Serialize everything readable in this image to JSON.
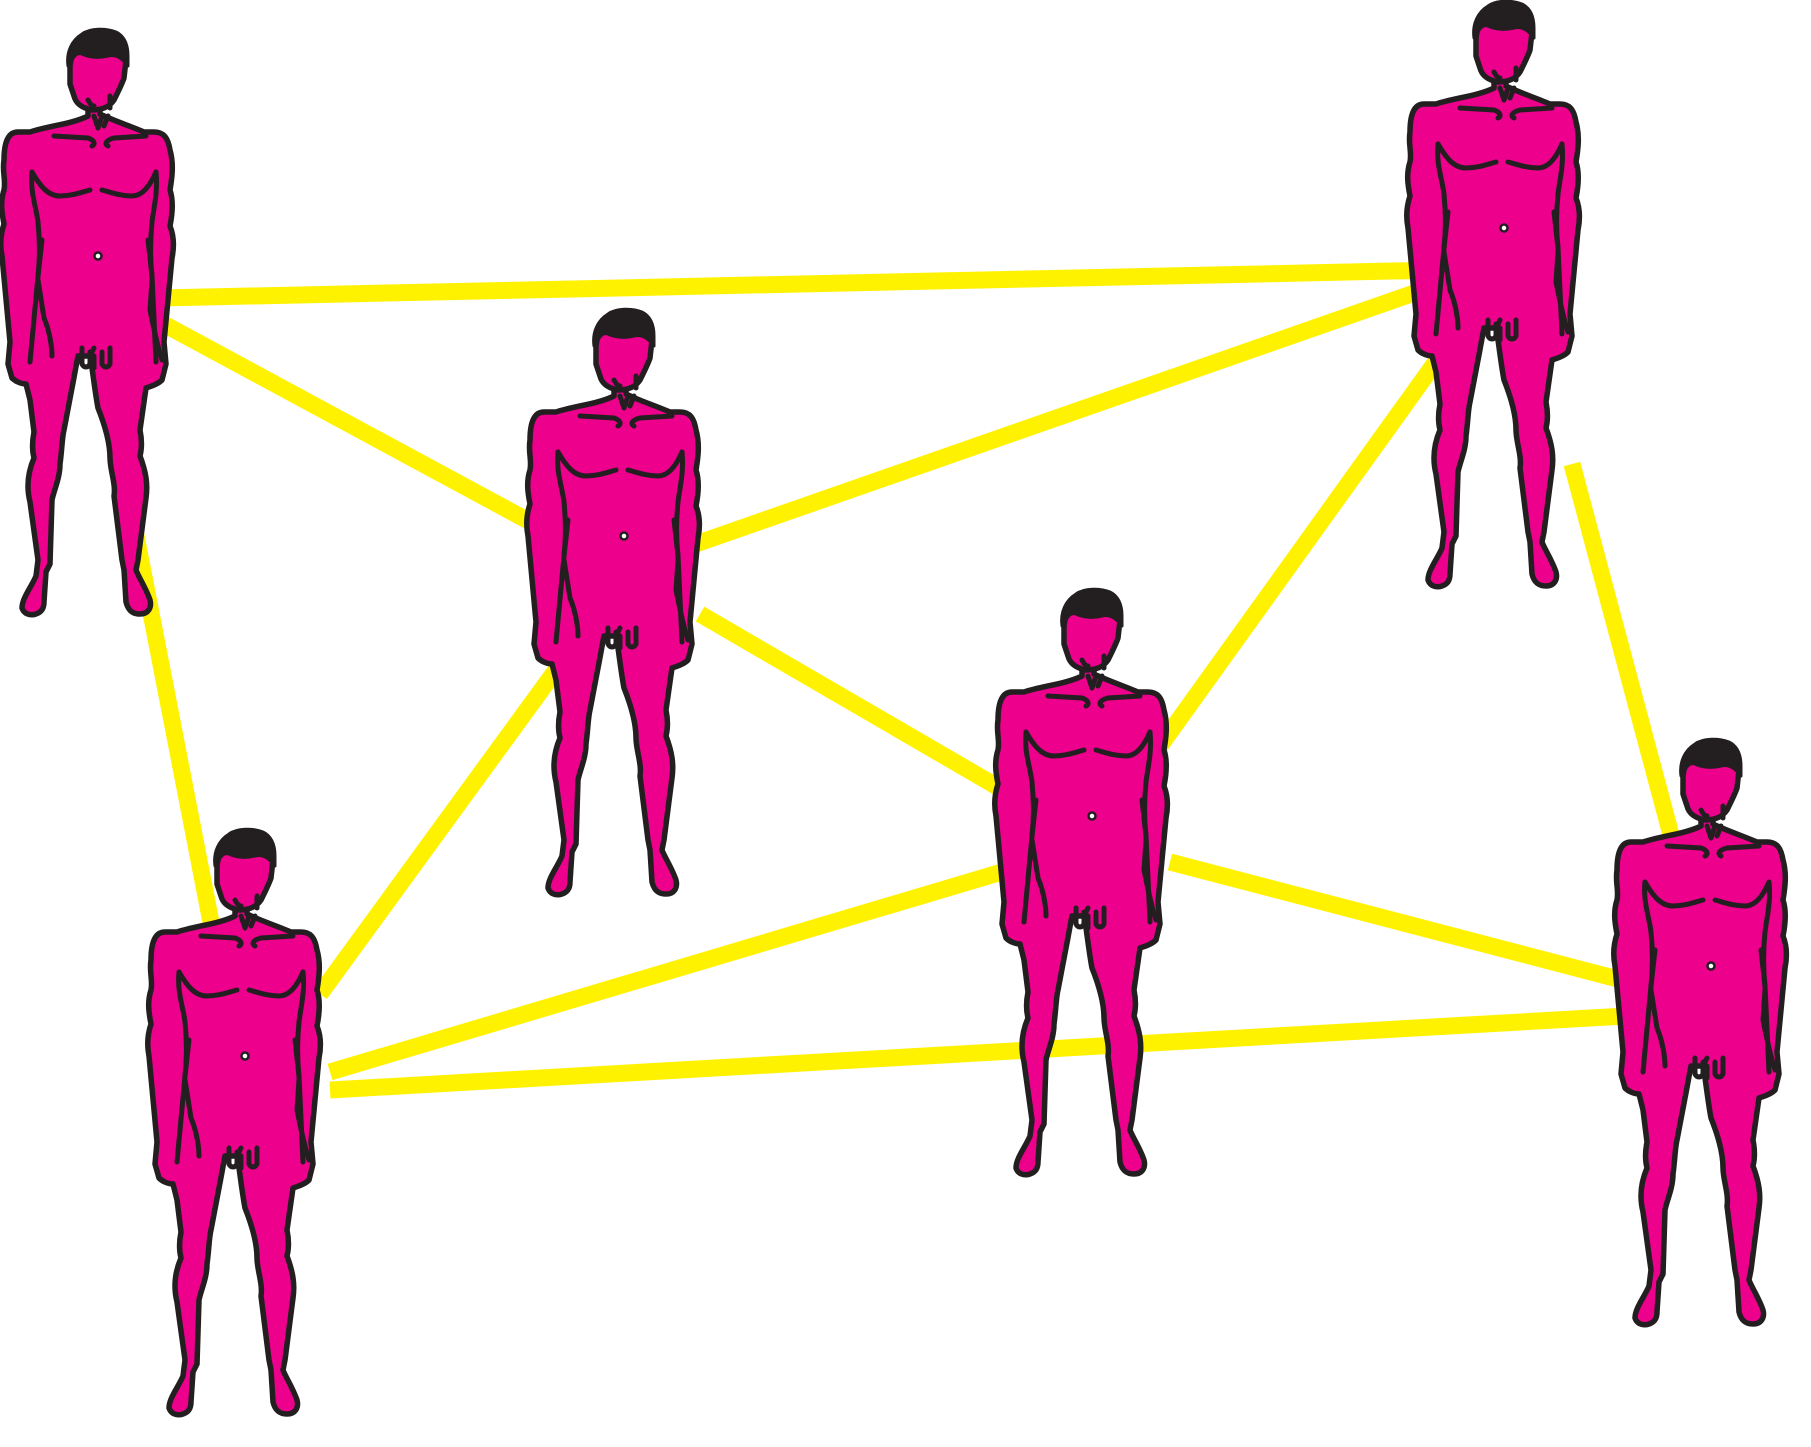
{
  "diagram": {
    "description_visible_text": "",
    "colors": {
      "background": "#ffffff",
      "connection_line": "#fff200",
      "figure_fill": "#ec008c",
      "figure_outline": "#231f20",
      "hair": "#231f20"
    },
    "nodes": [
      {
        "id": "person-1",
        "icon": "standing-man-icon"
      },
      {
        "id": "person-2",
        "icon": "standing-man-icon"
      },
      {
        "id": "person-3",
        "icon": "standing-man-icon"
      },
      {
        "id": "person-4",
        "icon": "standing-man-icon"
      },
      {
        "id": "person-5",
        "icon": "standing-man-icon"
      },
      {
        "id": "person-6",
        "icon": "standing-man-icon"
      }
    ],
    "connections": [
      [
        "person-1",
        "person-2"
      ],
      [
        "person-1",
        "person-3"
      ],
      [
        "person-1",
        "person-4"
      ],
      [
        "person-2",
        "person-3"
      ],
      [
        "person-2",
        "person-5"
      ],
      [
        "person-2",
        "person-6"
      ],
      [
        "person-3",
        "person-4"
      ],
      [
        "person-3",
        "person-5"
      ],
      [
        "person-4",
        "person-5"
      ],
      [
        "person-4",
        "person-6"
      ],
      [
        "person-5",
        "person-6"
      ]
    ]
  }
}
